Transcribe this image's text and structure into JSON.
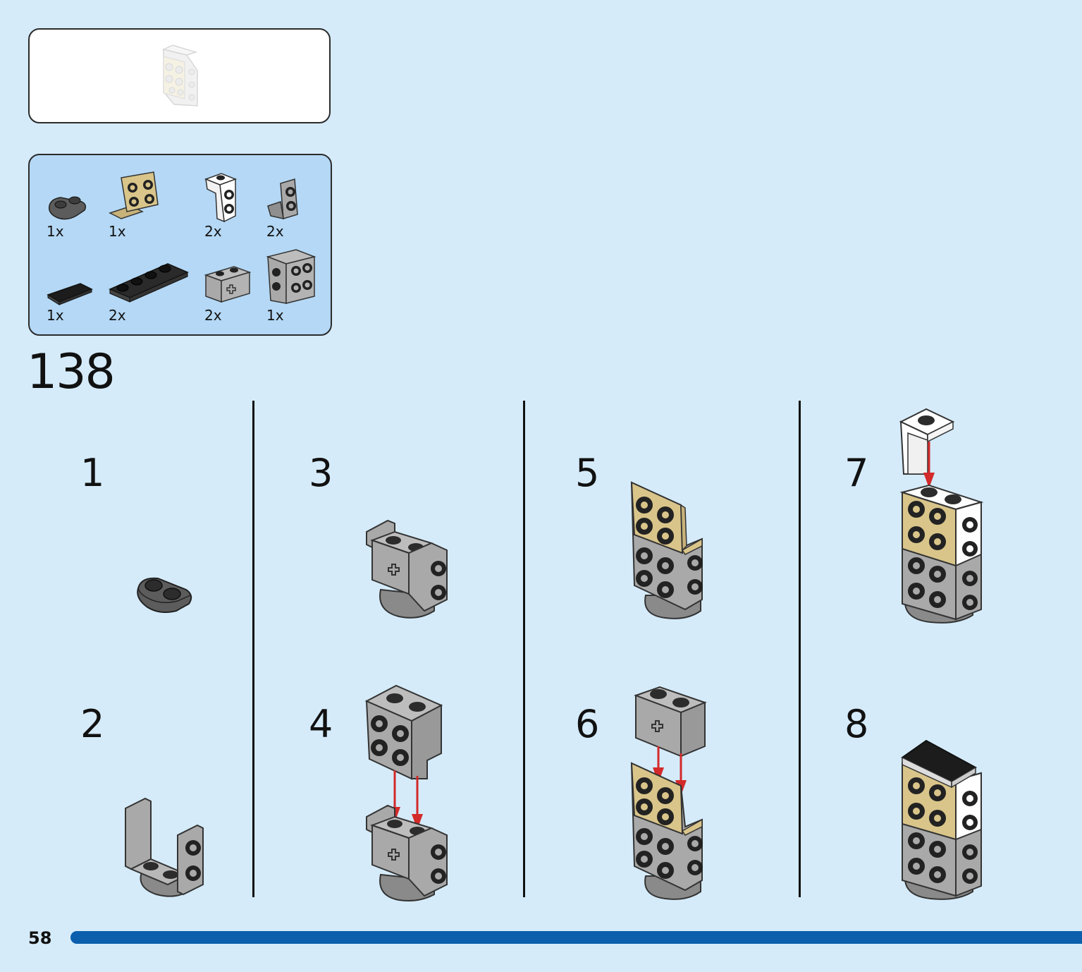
{
  "step": {
    "number": "138"
  },
  "parts": [
    {
      "name": "plate-1x2-rounded-dark-gray",
      "qty": "1x"
    },
    {
      "name": "bracket-tan-2x2",
      "qty": "1x"
    },
    {
      "name": "bracket-white-1x2",
      "qty": "2x"
    },
    {
      "name": "bracket-gray-1x2",
      "qty": "2x"
    },
    {
      "name": "tile-1x2-black",
      "qty": "1x"
    },
    {
      "name": "plate-1x4-black",
      "qty": "2x"
    },
    {
      "name": "brick-1x2-axle-hole-gray",
      "qty": "2x"
    },
    {
      "name": "bracket-gray-2x2",
      "qty": "1x"
    }
  ],
  "substeps": [
    "1",
    "2",
    "3",
    "4",
    "5",
    "6",
    "7",
    "8"
  ],
  "footer": {
    "page_number": "58"
  },
  "colors": {
    "background": "#d5ebfa",
    "parts_panel": "#b4d8f5",
    "dark_gray": "#5c5c5c",
    "light_gray": "#a9a9a9",
    "tan": "#d9c58a",
    "white": "#ffffff",
    "black": "#1c1c1c",
    "arrow_red": "#d32a2a",
    "progress_blue": "#0b5fad"
  }
}
